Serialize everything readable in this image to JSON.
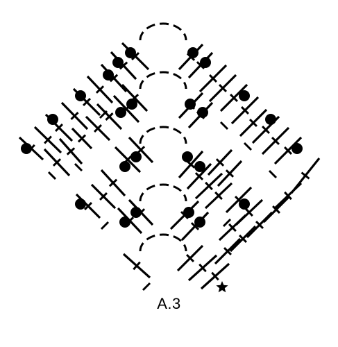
{
  "diagram": {
    "caption": "A.3",
    "ink_color": "#000000",
    "background_color": "#ffffff",
    "symbols": [
      "chain-arc",
      "stitch-with-bead",
      "stitch-with-bar",
      "chain-dash",
      "start-star"
    ]
  }
}
